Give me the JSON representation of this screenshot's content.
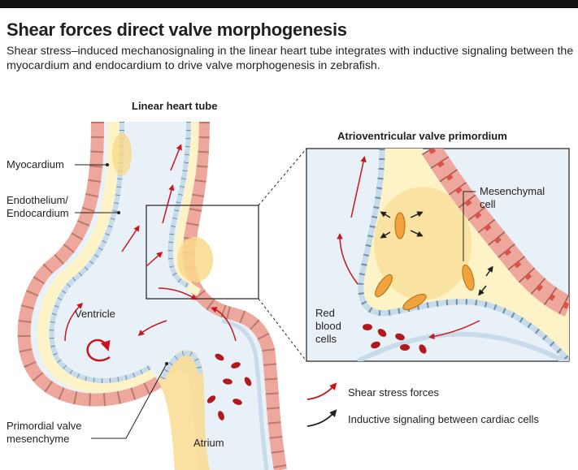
{
  "header": {
    "title": "Shear forces direct valve morphogenesis",
    "subtitle": "Shear stress–induced mechanosignaling in the linear heart tube integrates with inductive signaling between the myocardium and endocardium to drive valve morphogenesis in zebrafish."
  },
  "left_panel": {
    "heading": "Linear heart tube",
    "labels": {
      "myocardium": "Myocardium",
      "endothelium": "Endothelium/\nEndocardium",
      "ventricle": "Ventricle",
      "primordial": "Primordial valve\nmesenchyme",
      "atrium": "Atrium"
    }
  },
  "right_panel": {
    "heading": "Atrioventricular valve primordium",
    "labels": {
      "mesenchymal": "Mesenchymal\ncell",
      "rbc": "Red\nblood\ncells"
    }
  },
  "legend": {
    "shear": "Shear stress forces",
    "inductive": "Inductive signaling between cardiac cells"
  },
  "colors": {
    "myocyte_fill": "#eda79c",
    "myocyte_stroke": "#9a5a52",
    "nucleus": "#d9534a",
    "endo_fill": "#c7dbea",
    "endo_stroke": "#6a8da8",
    "lumen": "#e8f1f8",
    "jelly": "#fdf3c6",
    "mesenchyme": "#f9d98a",
    "rbc": "#b3191c",
    "shear_arrow": "#c8161d",
    "signal_arrow": "#231f20",
    "mes_cell": "#f0a33c"
  }
}
